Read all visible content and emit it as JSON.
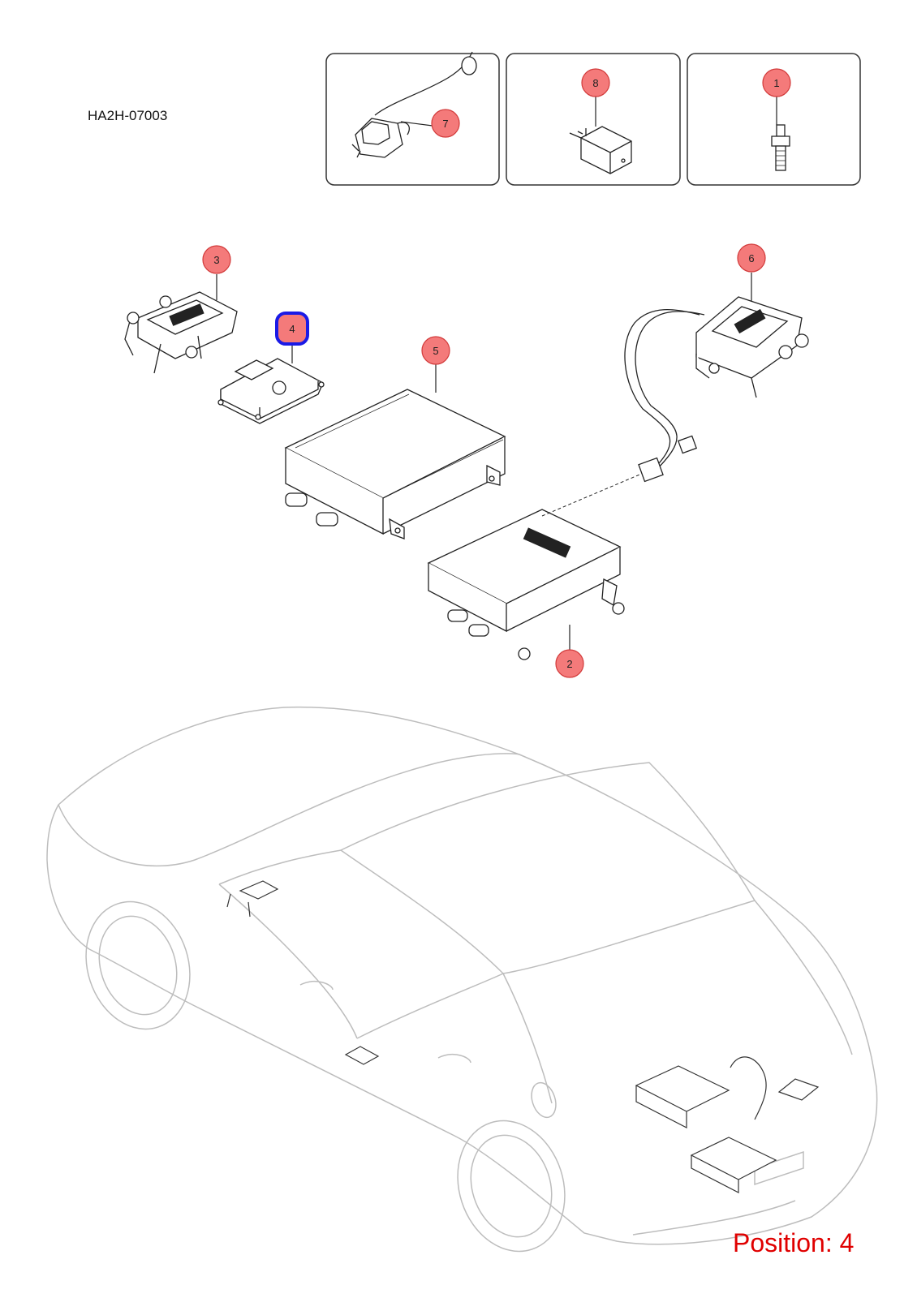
{
  "header": {
    "code": "HA2H-07003"
  },
  "footer": {
    "position_label": "Position: 4"
  },
  "callouts": [
    {
      "id": "1",
      "label": "1",
      "selected": false
    },
    {
      "id": "2",
      "label": "2",
      "selected": false
    },
    {
      "id": "3",
      "label": "3",
      "selected": false
    },
    {
      "id": "4",
      "label": "4",
      "selected": true
    },
    {
      "id": "5",
      "label": "5",
      "selected": false
    },
    {
      "id": "6",
      "label": "6",
      "selected": false
    },
    {
      "id": "7",
      "label": "7",
      "selected": false
    },
    {
      "id": "8",
      "label": "8",
      "selected": false
    }
  ],
  "colors": {
    "callout_fill": "#f47a7a",
    "callout_stroke": "#d23a3a",
    "selected_stroke": "#1a1ae6",
    "car_line": "#bdbdbd",
    "part_line": "#222222",
    "position_text": "#e00000"
  }
}
